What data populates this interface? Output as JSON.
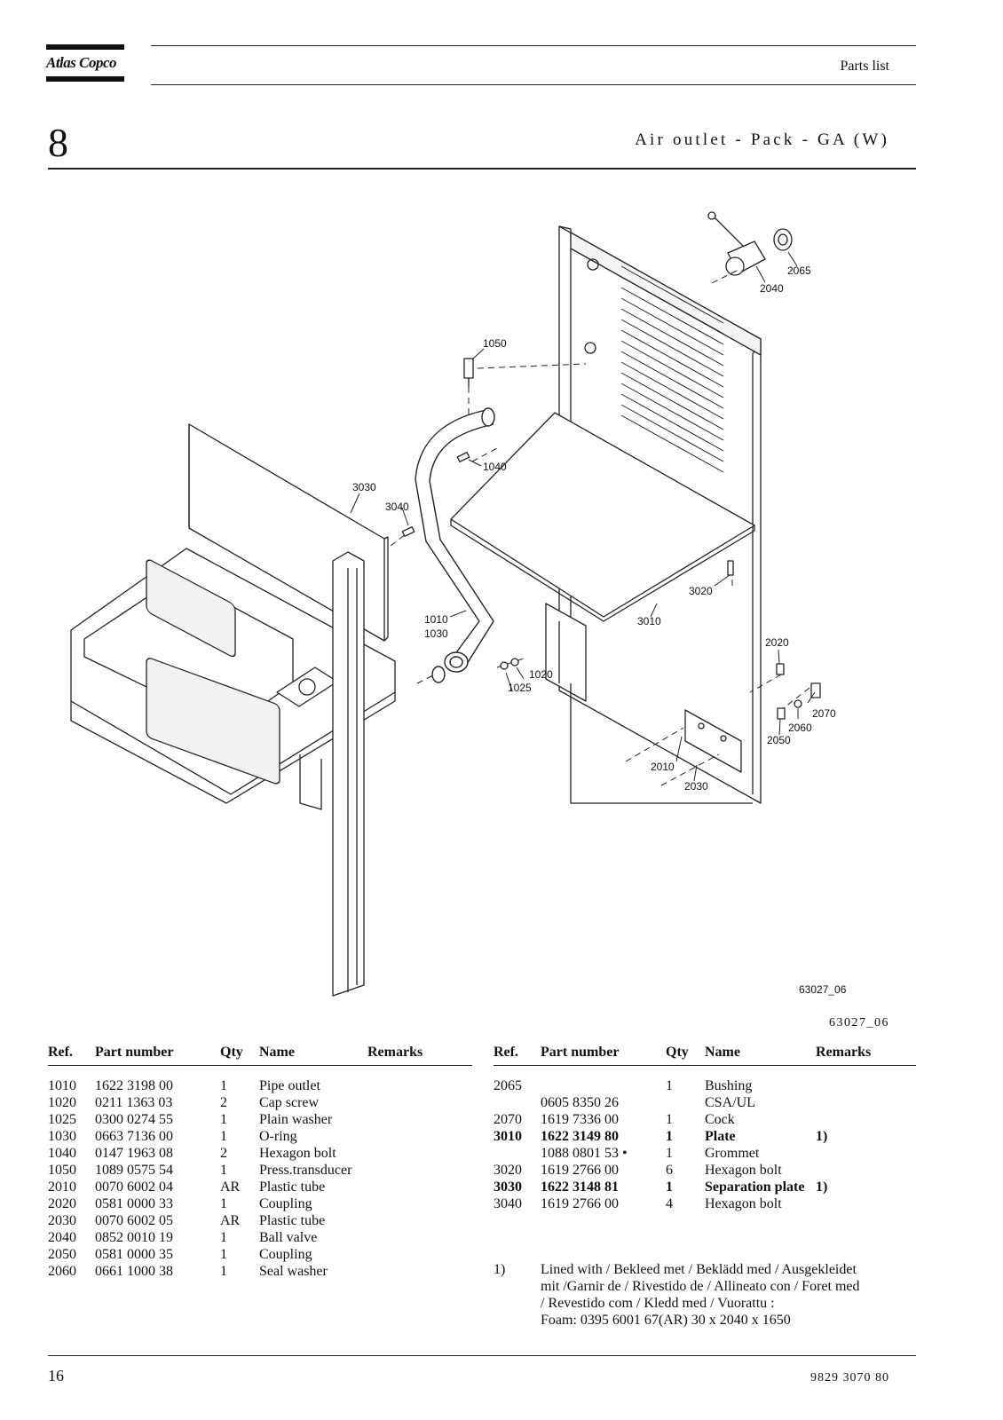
{
  "header": {
    "brand": "Atlas Copco",
    "title": "Parts list"
  },
  "section": {
    "number": "8",
    "title": "Air outlet - Pack - GA (W)"
  },
  "figure": {
    "code_in_image": "63027_06",
    "code_caption": "63027_06",
    "callouts": [
      "2065",
      "2040",
      "1050",
      "1040",
      "3030",
      "3040",
      "3020",
      "3010",
      "1010",
      "1030",
      "1020",
      "1025",
      "2020",
      "2070",
      "2060",
      "2050",
      "2010",
      "2030"
    ]
  },
  "table_headers": {
    "ref": "Ref.",
    "part_number": "Part number",
    "qty": "Qty",
    "name": "Name",
    "remarks": "Remarks"
  },
  "parts_left": [
    {
      "ref": "1010",
      "part_number": "1622 3198 00",
      "qty": "1",
      "name": "Pipe outlet",
      "remarks": ""
    },
    {
      "ref": "1020",
      "part_number": "0211 1363 03",
      "qty": "2",
      "name": "Cap screw",
      "remarks": ""
    },
    {
      "ref": "1025",
      "part_number": "0300 0274 55",
      "qty": "1",
      "name": "Plain washer",
      "remarks": ""
    },
    {
      "ref": "1030",
      "part_number": "0663 7136 00",
      "qty": "1",
      "name": "O-ring",
      "remarks": ""
    },
    {
      "ref": "1040",
      "part_number": "0147 1963 08",
      "qty": "2",
      "name": "Hexagon bolt",
      "remarks": ""
    },
    {
      "ref": "1050",
      "part_number": "1089 0575 54",
      "qty": "1",
      "name": "Press.transducer",
      "remarks": ""
    },
    {
      "ref": "2010",
      "part_number": "0070 6002 04",
      "qty": "AR",
      "name": "Plastic tube",
      "remarks": ""
    },
    {
      "ref": "2020",
      "part_number": "0581 0000 33",
      "qty": "1",
      "name": "Coupling",
      "remarks": ""
    },
    {
      "ref": "2030",
      "part_number": "0070 6002 05",
      "qty": "AR",
      "name": "Plastic tube",
      "remarks": ""
    },
    {
      "ref": "2040",
      "part_number": "0852 0010 19",
      "qty": "1",
      "name": "Ball valve",
      "remarks": ""
    },
    {
      "ref": "2050",
      "part_number": "0581 0000 35",
      "qty": "1",
      "name": "Coupling",
      "remarks": ""
    },
    {
      "ref": "2060",
      "part_number": "0661 1000 38",
      "qty": "1",
      "name": "Seal washer",
      "remarks": ""
    }
  ],
  "parts_right": [
    {
      "ref": "2065",
      "part_number": "",
      "qty": "1",
      "name": "Bushing",
      "remarks": ""
    },
    {
      "ref": "",
      "part_number": "0605 8350 26",
      "qty": "",
      "name": "CSA/UL",
      "remarks": ""
    },
    {
      "ref": "2070",
      "part_number": "1619 7336 00",
      "qty": "1",
      "name": "Cock",
      "remarks": ""
    },
    {
      "ref": "3010",
      "part_number": "1622 3149 80",
      "qty": "1",
      "name": "Plate",
      "remarks": "1)"
    },
    {
      "ref": "",
      "part_number": "1088 0801 53  •",
      "qty": "1",
      "name": "Grommet",
      "remarks": ""
    },
    {
      "ref": "3020",
      "part_number": "1619 2766 00",
      "qty": "6",
      "name": "Hexagon bolt",
      "remarks": ""
    },
    {
      "ref": "3030",
      "part_number": "1622 3148 81",
      "qty": "1",
      "name": "Separation plate",
      "remarks": "1)"
    },
    {
      "ref": "3040",
      "part_number": "1619 2766 00",
      "qty": "4",
      "name": "Hexagon bolt",
      "remarks": ""
    }
  ],
  "footnote": {
    "marker": "1)",
    "lines": [
      "Lined with  / Bekleed met / Beklädd med  / Ausgekleidet",
      "mit  /Garnir de / Rivestido de / Allineato con   / Foret med",
      "/ Revestido com / Kledd med / Vuorattu :",
      "Foam: 0395 6001 67(AR) 30 x 2040 x 1650"
    ]
  },
  "footer": {
    "page_number": "16",
    "doc_number": "9829  3070  80"
  }
}
